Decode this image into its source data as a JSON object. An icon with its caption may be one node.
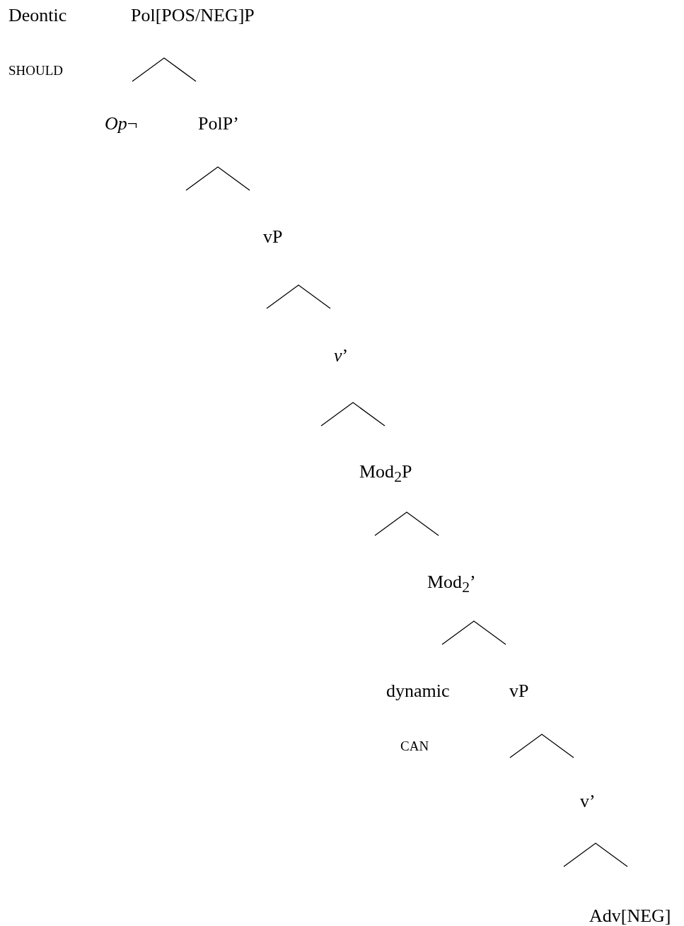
{
  "diagram": {
    "labels": [
      "Deontic",
      "Pol[POS/NEG]P",
      "SHOULD",
      "*Op*¬",
      "PolP’",
      "vP",
      "*v*’",
      "Mod$_{2}$P",
      "Mod$_{2}$’",
      "dynamic",
      "vP",
      "CAN",
      "v’",
      "Adv[NEG]"
    ]
  }
}
